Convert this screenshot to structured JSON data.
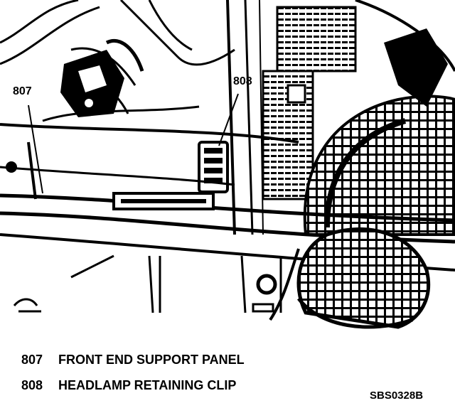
{
  "callouts": {
    "c807": "807",
    "c808": "808"
  },
  "legend": [
    {
      "num": "807",
      "text": "FRONT END SUPPORT PANEL"
    },
    {
      "num": "808",
      "text": "HEADLAMP RETAINING CLIP"
    }
  ],
  "figure_code": "SBS0328B",
  "colors": {
    "ink": "#000000",
    "paper": "#ffffff"
  }
}
